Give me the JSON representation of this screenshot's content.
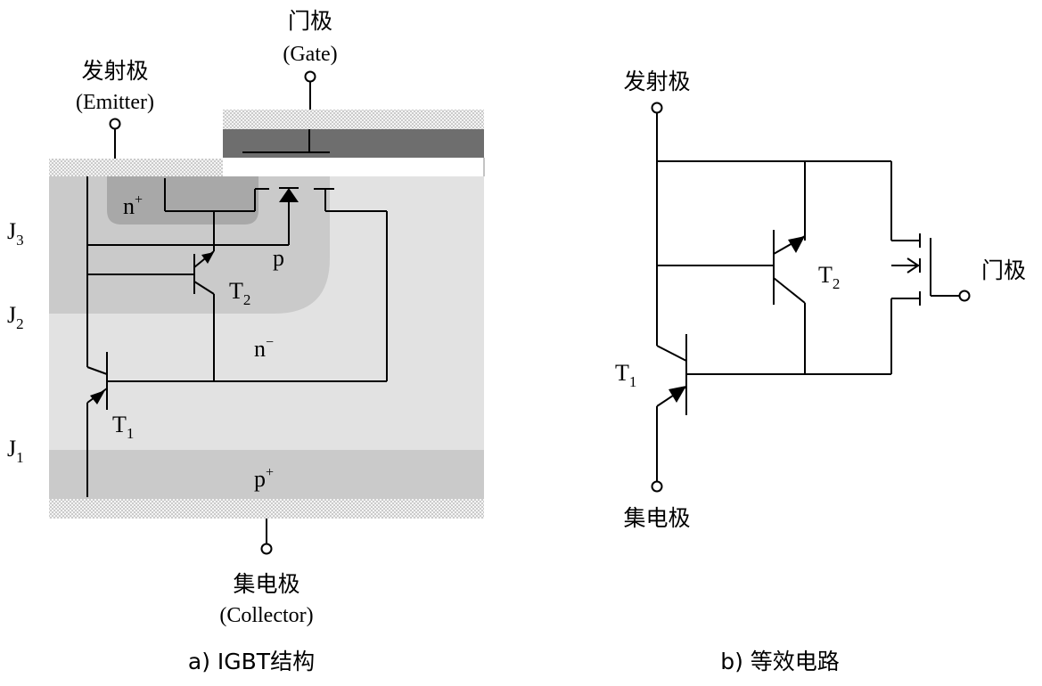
{
  "structure": {
    "emitter_cn": "发射极",
    "emitter_en": "(Emitter)",
    "gate_cn": "门极",
    "gate_en": "(Gate)",
    "collector_cn": "集电极",
    "collector_en": "(Collector)",
    "junctions": {
      "j3": "J",
      "j3_sub": "3",
      "j2": "J",
      "j2_sub": "2",
      "j1": "J",
      "j1_sub": "1"
    },
    "regions": {
      "n_plus": "n",
      "n_plus_sup": "+",
      "p": "p",
      "n_minus": "n",
      "n_minus_sup": "−",
      "p_plus": "p",
      "p_plus_sup": "+"
    },
    "t1": "T",
    "t1_sub": "1",
    "t2": "T",
    "t2_sub": "2",
    "caption": "a) IGBT结构"
  },
  "equivalent": {
    "emitter_cn": "发射极",
    "gate_cn": "门极",
    "collector_cn": "集电极",
    "t1": "T",
    "t1_sub": "1",
    "t2": "T",
    "t2_sub": "2",
    "caption": "b) 等效电路"
  },
  "colors": {
    "substrate_light": "#e2e2e2",
    "p_region": "#cacaca",
    "n_plus_region": "#a8a8a8",
    "p_plus_layer": "#cacaca",
    "gate_electrode": "#6e6e6e",
    "metal_dots": "#b0b0b0"
  }
}
